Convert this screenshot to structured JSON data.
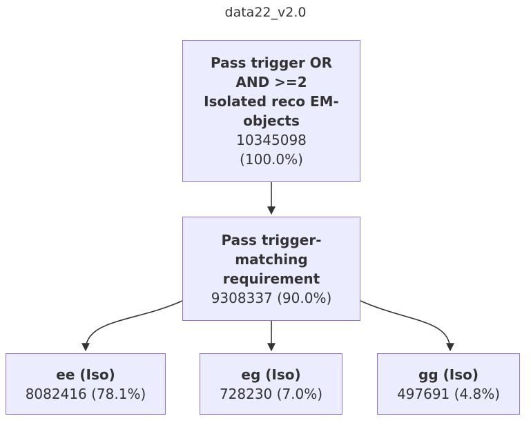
{
  "title": "data22_v2.0",
  "colors": {
    "node_fill": "#ECECFF",
    "node_border": "#9370DB",
    "text": "#333333",
    "edge": "#333333"
  },
  "nodes": {
    "root": {
      "label_lines": [
        "Pass trigger OR",
        "AND >=2",
        "Isolated reco EM-",
        "objects"
      ],
      "stats_lines": [
        "10345098",
        "(100.0%)"
      ]
    },
    "trigger_matching": {
      "label_lines": [
        "Pass trigger-",
        "matching",
        "requirement"
      ],
      "stats": "9308337 (90.0%)"
    },
    "ee": {
      "label": "ee (Iso)",
      "stats": "8082416 (78.1%)"
    },
    "eg": {
      "label": "eg (Iso)",
      "stats": "728230 (7.0%)"
    },
    "gg": {
      "label": "gg (Iso)",
      "stats": "497691 (4.8%)"
    }
  }
}
